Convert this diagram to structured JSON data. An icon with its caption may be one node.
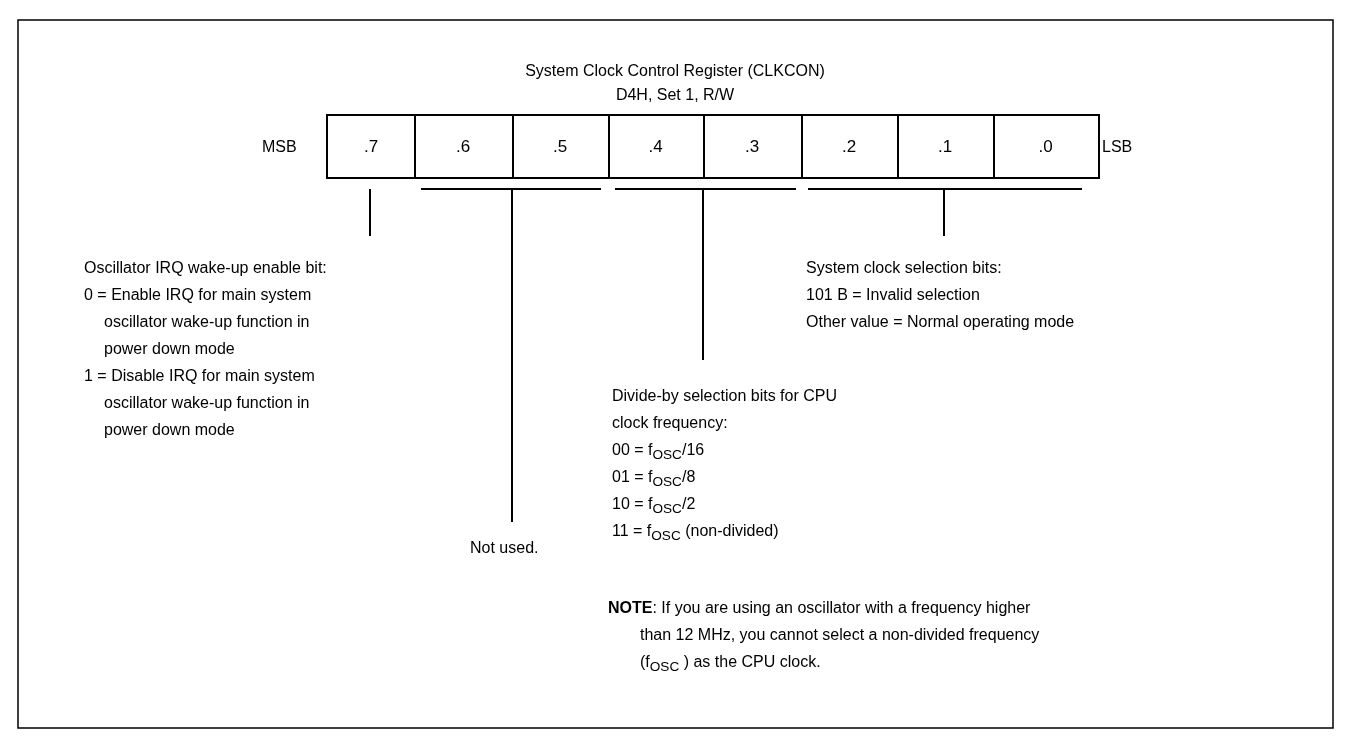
{
  "diagram": {
    "title": "System Clock Control Register (CLKCON)",
    "nodes": [
      {
        "text": [
          ".7"
        ]
      },
      {
        "text": [
          ".6"
        ]
      },
      {
        "text": [
          ".5"
        ]
      },
      {
        "text": [
          ".4"
        ]
      },
      {
        "text": [
          ".3"
        ]
      },
      {
        "text": [
          ".2"
        ]
      },
      {
        "text": [
          ".1"
        ]
      },
      {
        "text": [
          ".0"
        ]
      },
      {
        "text": [
          "Oscillator IRQ wake-up enable bit:",
          "0 = Enable IRQ for main system oscillator wake-up function in power down mode",
          "1 = Disable IRQ for main system oscillator wake-up function in power down mode"
        ]
      },
      {
        "text": [
          "Not used."
        ]
      },
      {
        "text": [
          "Divide-by selection bits for CPU clock frequency:",
          "00 = f$_{OSC}$/16",
          "01 = f$_{OSC}$/8",
          "10 = f$_{OSC}$/2",
          "11 = f$_{OSC}$ (non-divided)"
        ]
      },
      {
        "text": [
          "System clock selection bits:",
          "101 B = Invalid selection",
          "Other value = Normal operating mode"
        ]
      }
    ],
    "edges": [
      {
        "from": 8,
        "to": 0,
        "arrow": "none"
      },
      {
        "from": 9,
        "to": 1,
        "arrow": "none"
      },
      {
        "from": 9,
        "to": 2,
        "arrow": "none"
      },
      {
        "from": 10,
        "to": 3,
        "arrow": "none"
      },
      {
        "from": 10,
        "to": 4,
        "arrow": "none"
      },
      {
        "from": 11,
        "to": 5,
        "arrow": "none"
      },
      {
        "from": 11,
        "to": 6,
        "arrow": "none"
      },
      {
        "from": 11,
        "to": 7,
        "arrow": "none"
      }
    ],
    "labels": [
      "D4H, Set 1, R/W",
      "MSB",
      "LSB",
      "**NOTE**: If you are using an oscillator with a frequency higher than 12 MHz, you cannot select a non-divided frequency (f$_{OSC}$ ) as the CPU clock."
    ]
  }
}
